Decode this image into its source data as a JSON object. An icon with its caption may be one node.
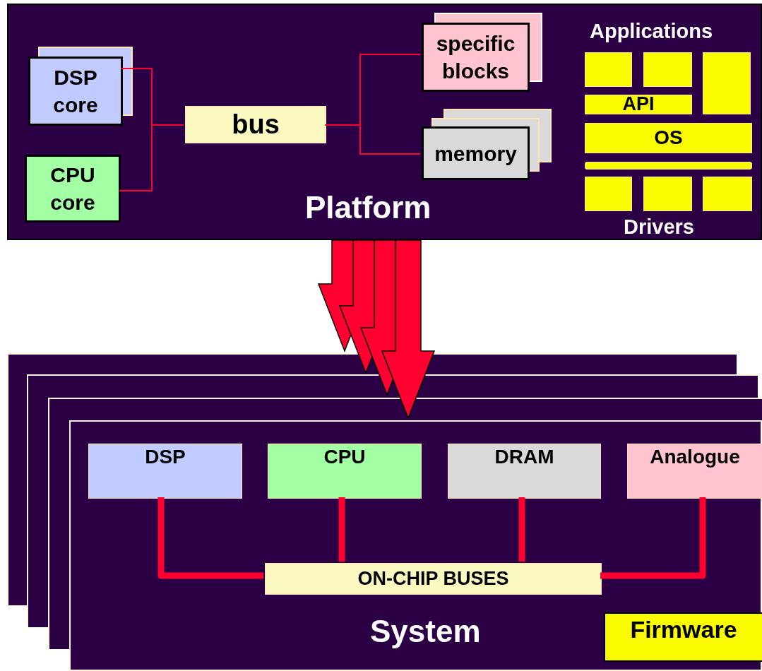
{
  "diagram": {
    "nodes": [
      {
        "text": [
          "Platform"
        ]
      },
      {
        "text": [
          "DSP core"
        ],
        "in": 0
      },
      {
        "text": [
          "CPU core"
        ],
        "in": 0
      },
      {
        "text": [
          "bus"
        ],
        "in": 0
      },
      {
        "text": [
          "specific blocks"
        ],
        "in": 0
      },
      {
        "text": [
          "memory"
        ],
        "in": 0
      },
      {
        "text": [],
        "shape": "box",
        "in": 0
      },
      {
        "text": [],
        "shape": "box",
        "in": 0
      },
      {
        "text": [],
        "shape": "box",
        "in": 0
      },
      {
        "text": [
          "API"
        ],
        "in": 0
      },
      {
        "text": [
          "OS"
        ],
        "in": 0
      },
      {
        "text": [],
        "shape": "bar",
        "in": 0
      },
      {
        "text": [],
        "shape": "box",
        "in": 0
      },
      {
        "text": [],
        "shape": "box",
        "in": 0
      },
      {
        "text": [],
        "shape": "box",
        "in": 0
      },
      {
        "text": [
          "System"
        ]
      },
      {
        "text": [
          "DSP"
        ],
        "in": 15
      },
      {
        "text": [
          "CPU"
        ],
        "in": 15
      },
      {
        "text": [
          "DRAM"
        ],
        "in": 15
      },
      {
        "text": [
          "Analogue"
        ],
        "in": 15
      },
      {
        "text": [
          "ON-CHIP BUSES"
        ],
        "in": 15
      },
      {
        "text": [
          "Firmware"
        ],
        "in": 15
      }
    ],
    "edges": [
      {
        "from": 1,
        "to": 3,
        "arrow": "none"
      },
      {
        "from": 2,
        "to": 3,
        "arrow": "none"
      },
      {
        "from": 3,
        "to": 4,
        "arrow": "none"
      },
      {
        "from": 3,
        "to": 5,
        "arrow": "none"
      },
      {
        "from": 0,
        "to": 15,
        "arrow": "to",
        "style": "thick"
      },
      {
        "from": 0,
        "to": 15,
        "arrow": "to",
        "style": "thick"
      },
      {
        "from": 0,
        "to": 15,
        "arrow": "to",
        "style": "thick"
      },
      {
        "from": 0,
        "to": 15,
        "arrow": "to",
        "style": "thick"
      },
      {
        "from": 16,
        "to": 20,
        "arrow": "none",
        "style": "thick"
      },
      {
        "from": 17,
        "to": 20,
        "arrow": "none",
        "style": "thick"
      },
      {
        "from": 18,
        "to": 20,
        "arrow": "none",
        "style": "thick"
      },
      {
        "from": 19,
        "to": 20,
        "arrow": "none",
        "style": "thick"
      }
    ],
    "labels": [
      "Applications",
      "Drivers"
    ]
  }
}
